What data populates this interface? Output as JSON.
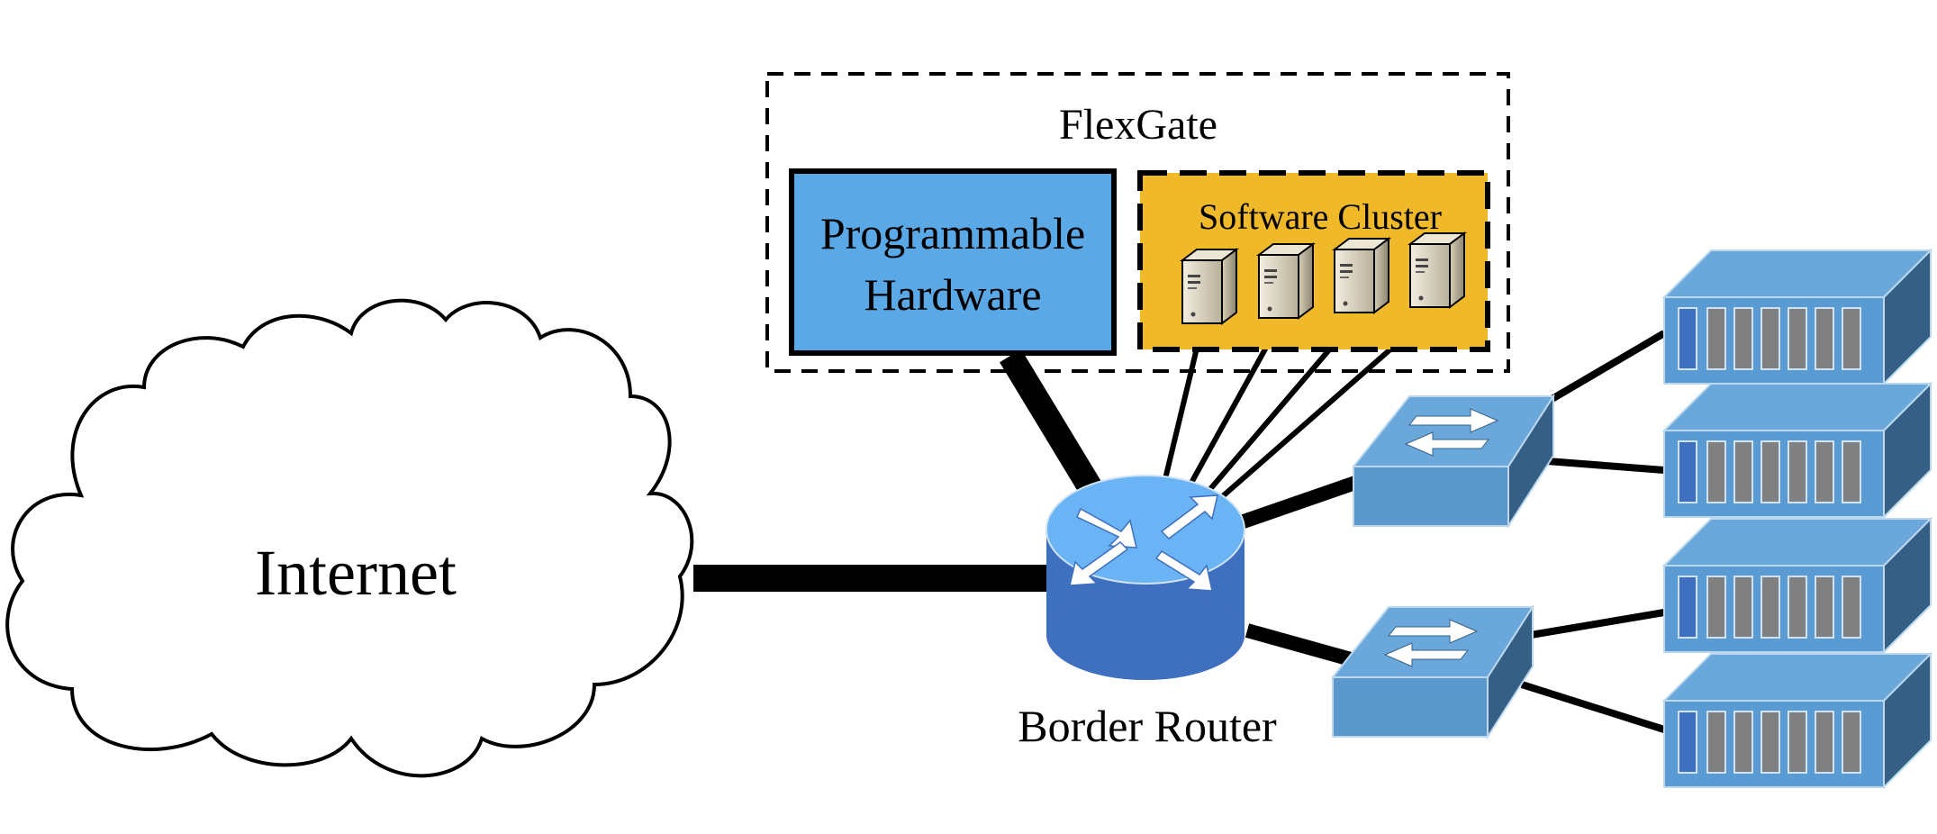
{
  "labels": {
    "internet": "Internet",
    "flexgate": "FlexGate",
    "programmable_hardware_line1": "Programmable",
    "programmable_hardware_line2": "Hardware",
    "software_cluster": "Software Cluster",
    "border_router": "Border Router"
  },
  "colors": {
    "hardware_fill": "#5aa9e6",
    "cluster_fill": "#f0b929",
    "router_top": "#6ab4f5",
    "router_body": "#3f6fbf",
    "switch_top": "#6aa8dc",
    "switch_front": "#5a98cc",
    "switch_side": "#365f86",
    "server_top": "#6aa8dc",
    "server_front": "#5b9bd4",
    "server_side": "#3a6890",
    "server_slot": "#808080",
    "server_slot_accent": "#3f6fbf"
  },
  "icons": {
    "cloud": "cloud-icon",
    "router": "router-icon",
    "switch": "switch-icon",
    "rack_server": "rack-server-icon",
    "tower_server": "tower-server-icon"
  }
}
